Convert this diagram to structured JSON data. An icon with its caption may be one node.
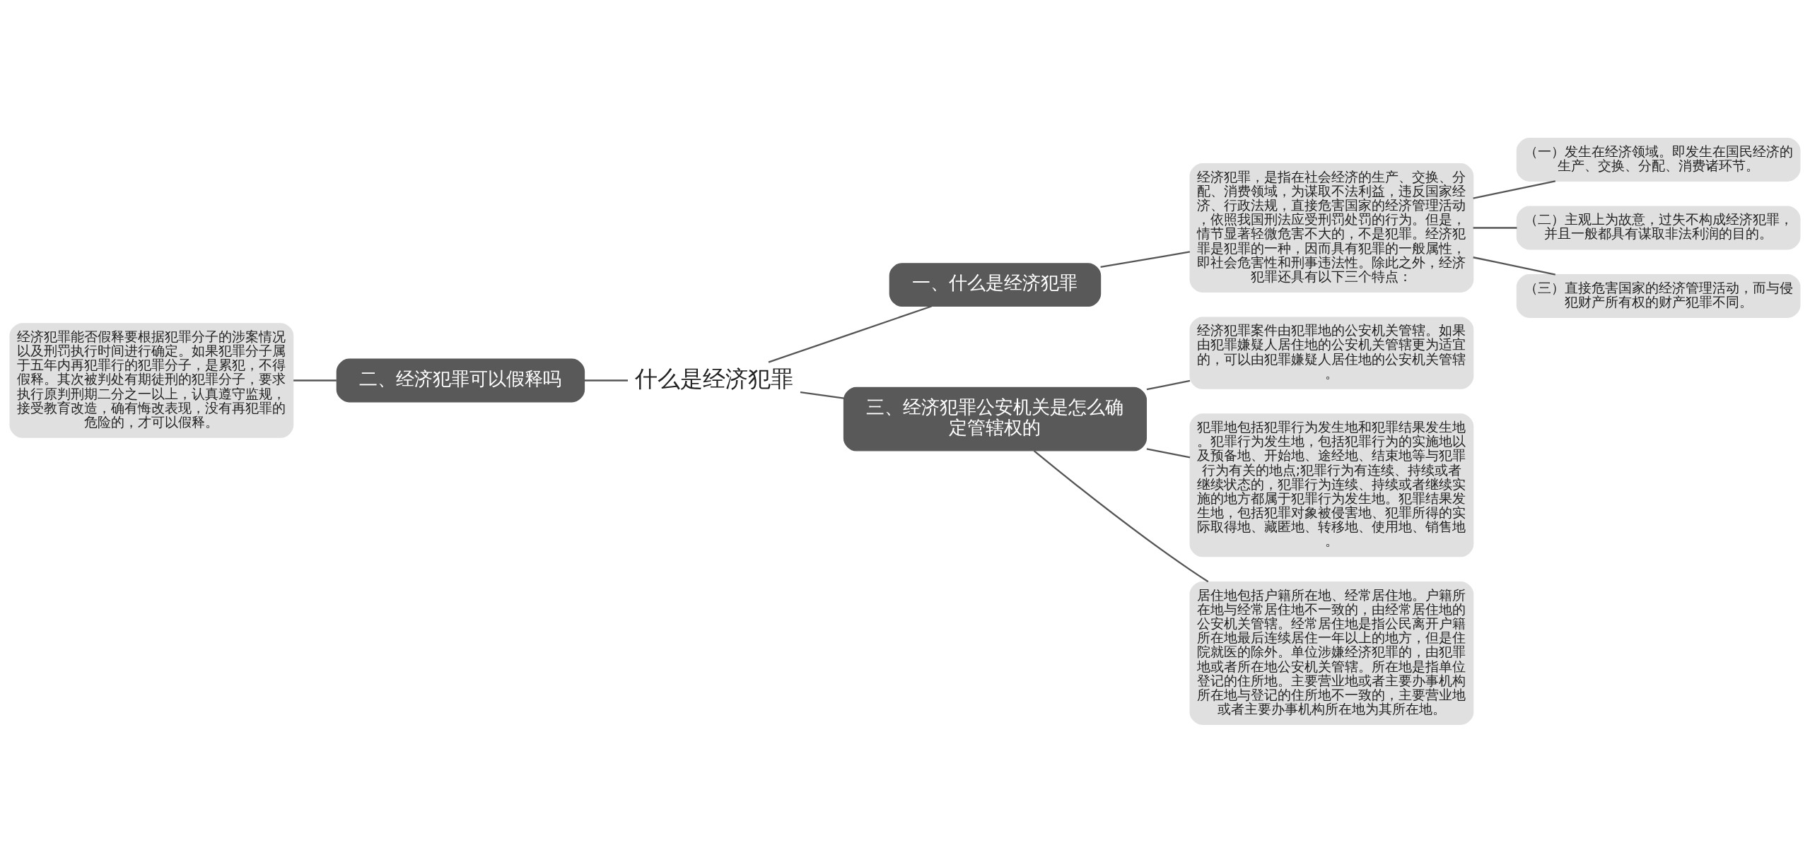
{
  "diagram": {
    "nodes": [
      {
        "text": [
          "什么是经济犯罪"
        ]
      },
      {
        "text": [
          "一、什么是经济犯罪"
        ]
      },
      {
        "text": [
          "经济犯罪，是指在社会经济的生产、交换、分配、消费领域，为谋取不法利益，违反国家经济、行政法规，直接危害国家的经济管理活动，依照我国刑法应受刑罚处罚的行为。但是，情节显著轻微危害不大的，不是犯罪。经济犯罪是犯罪的一种，因而具有犯罪的一般属性，即社会危害性和刑事违法性。除此之外，经济犯罪还具有以下三个特点："
        ]
      },
      {
        "text": [
          "（一）发生在经济领域。即发生在国民经济的生产、交换、分配、消费诸环节。"
        ]
      },
      {
        "text": [
          "（二）主观上为故意，过失不构成经济犯罪，并且一般都具有谋取非法利润的目的。"
        ]
      },
      {
        "text": [
          "（三）直接危害国家的经济管理活动，而与侵犯财产所有权的财产犯罪不同。"
        ]
      },
      {
        "text": [
          "二、经济犯罪可以假释吗"
        ]
      },
      {
        "text": [
          "经济犯罪能否假释要根据犯罪分子的涉案情况以及刑罚执行时间进行确定。如果犯罪分子属于五年内再犯罪行的犯罪分子，是累犯，不得假释。其次被判处有期徒刑的犯罪分子，要求执行原判刑期二分之一以上，认真遵守监规，接受教育改造，确有悔改表现，没有再犯罪的危险的，才可以假释。"
        ]
      },
      {
        "text": [
          "三、经济犯罪公安机关是怎么确定管辖权的"
        ]
      },
      {
        "text": [
          "经济犯罪案件由犯罪地的公安机关管辖。如果由犯罪嫌疑人居住地的公安机关管辖更为适宜的，可以由犯罪嫌疑人居住地的公安机关管辖。"
        ]
      },
      {
        "text": [
          "犯罪地包括犯罪行为发生地和犯罪结果发生地。犯罪行为发生地，包括犯罪行为的实施地以及预备地、开始地、途经地、结束地等与犯罪行为有关的地点;犯罪行为有连续、持续或者继续状态的，犯罪行为连续、持续或者继续实施的地方都属于犯罪行为发生地。犯罪结果发生地，包括犯罪对象被侵害地、犯罪所得的实际取得地、藏匿地、转移地、使用地、销售地。"
        ]
      },
      {
        "text": [
          "居住地包括户籍所在地、经常居住地。户籍所在地与经常居住地不一致的，由经常居住地的公安机关管辖。经常居住地是指公民离开户籍所在地最后连续居住一年以上的地方，但是住院就医的除外。单位涉嫌经济犯罪的，由犯罪地或者所在地公安机关管辖。所在地是指单位登记的住所地。主要营业地或者主要办事机构所在地与登记的住所地不一致的，主要营业地或者主要办事机构所在地为其所在地。"
        ]
      }
    ],
    "edges": [
      {
        "from": 0,
        "to": 1,
        "arrow": "none"
      },
      {
        "from": 1,
        "to": 2,
        "arrow": "none"
      },
      {
        "from": 2,
        "to": 3,
        "arrow": "none"
      },
      {
        "from": 2,
        "to": 4,
        "arrow": "none"
      },
      {
        "from": 2,
        "to": 5,
        "arrow": "none"
      },
      {
        "from": 0,
        "to": 6,
        "arrow": "none"
      },
      {
        "from": 6,
        "to": 7,
        "arrow": "none"
      },
      {
        "from": 0,
        "to": 8,
        "arrow": "none"
      },
      {
        "from": 8,
        "to": 9,
        "arrow": "none"
      },
      {
        "from": 8,
        "to": 10,
        "arrow": "none"
      },
      {
        "from": 8,
        "to": 11,
        "arrow": "none"
      }
    ]
  }
}
